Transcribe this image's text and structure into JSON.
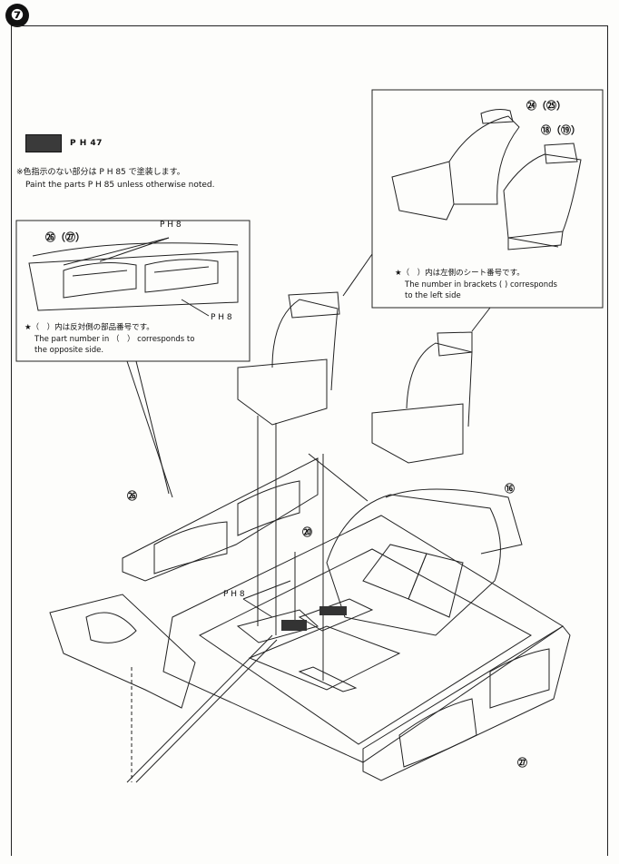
{
  "step": {
    "number": "❼"
  },
  "legend": {
    "swatch_color": "#3a3a3a",
    "paint_code": "P H 47"
  },
  "notes": {
    "jp": "※色指示のない部分は P H 85 で塗装します。",
    "en": "Paint the parts P H 85 unless otherwise noted."
  },
  "inset_doors": {
    "label": "㉖（㉗）",
    "paint_top": "P H 8",
    "paint_bottom": "P H 8",
    "note_jp": "★（　）内は反対側の部品番号です。",
    "note_en_1": "The part number in （　） corresponds to",
    "note_en_2": "the opposite side."
  },
  "inset_seats": {
    "label_rear": "㉔（㉕）",
    "label_front": "⑱（⑲）",
    "note_jp": "★（　）内は左側のシート番号です。",
    "note_en_1": "The number in brackets ( ) corresponds",
    "note_en_2": "to the left side"
  },
  "parts": {
    "p26": "㉖",
    "p16": "⑯",
    "p20": "⑳",
    "p27": "㉗",
    "console_paint": "P H 8"
  }
}
